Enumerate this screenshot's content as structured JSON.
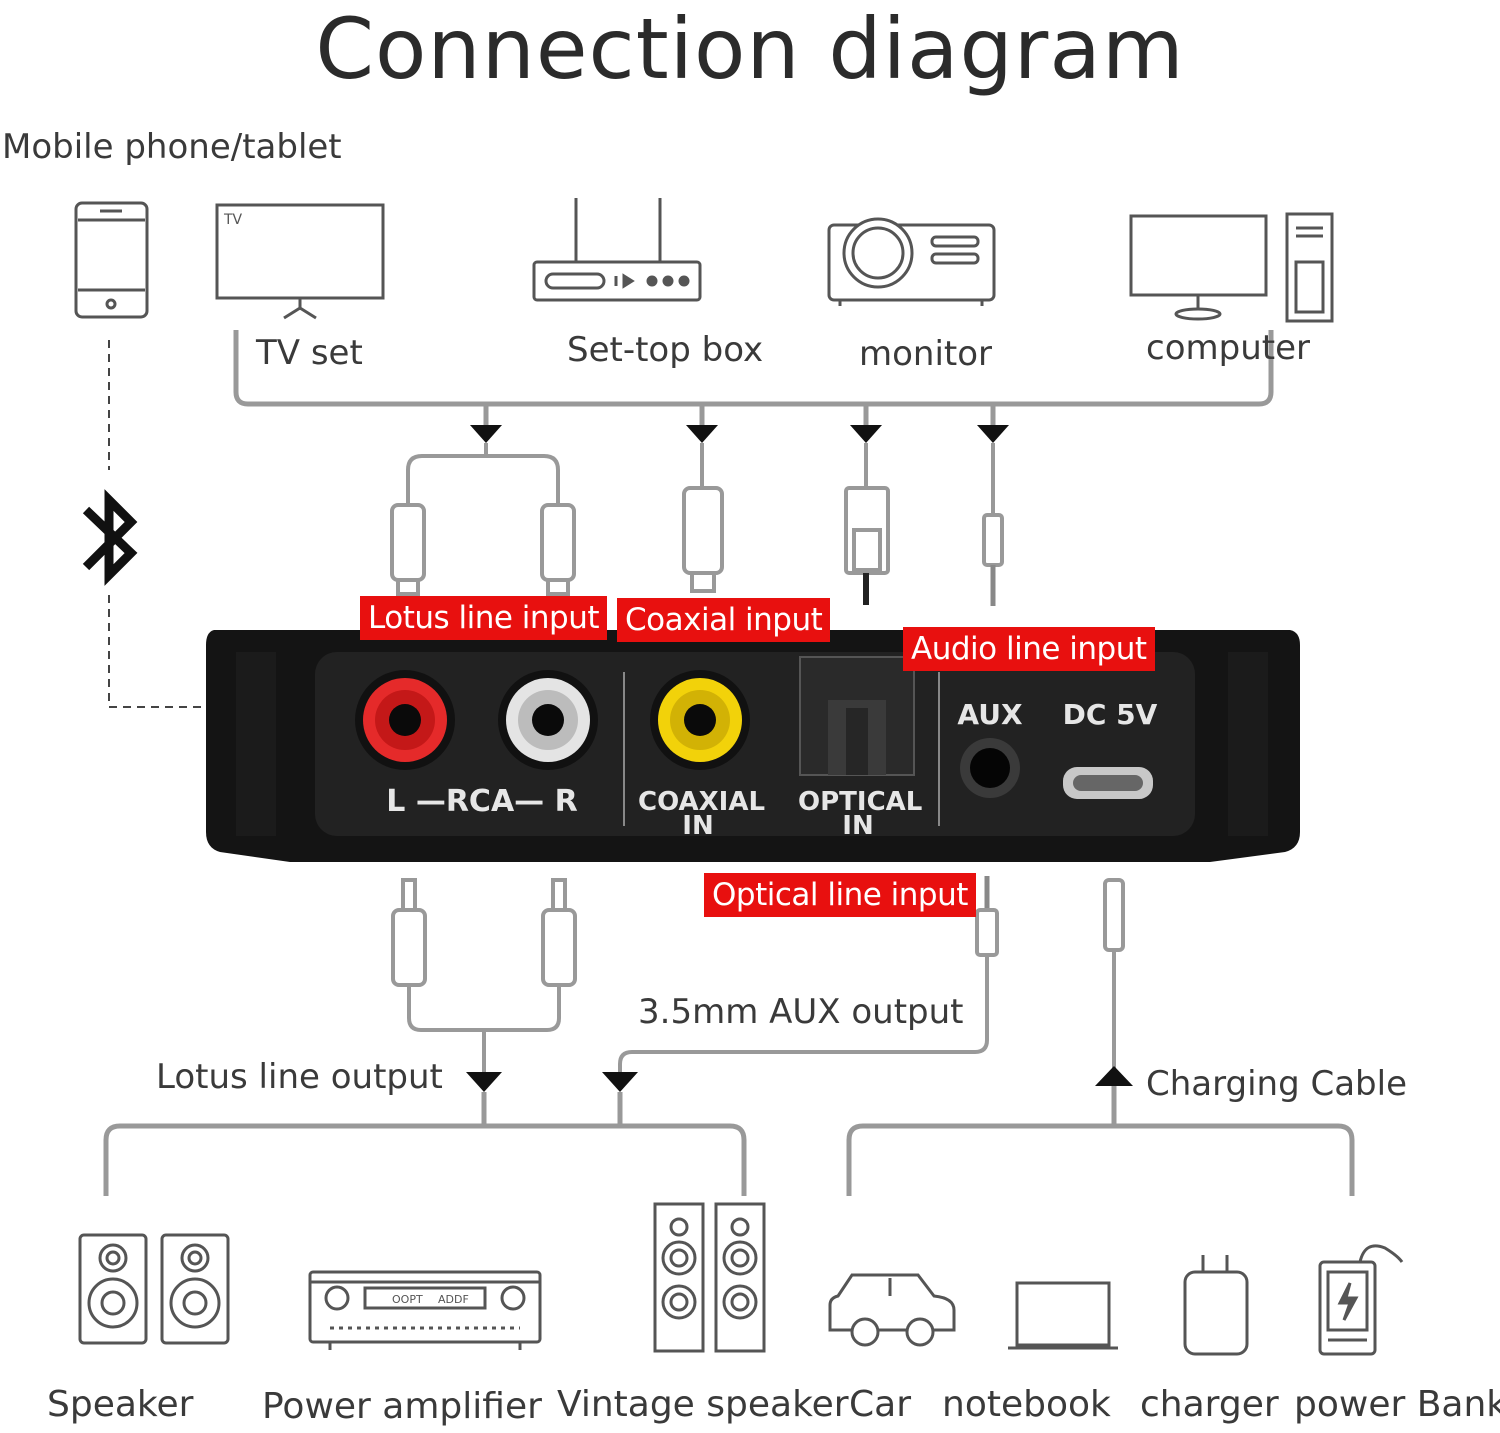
{
  "title": "Connection diagram",
  "sources_heading": "Mobile phone/tablet",
  "sources": [
    "TV set",
    "Set-top box",
    "monitor",
    "computer"
  ],
  "tv_screen_label": "TV",
  "input_tags": {
    "lotus": "Lotus line input",
    "coaxial": "Coaxial input",
    "audio": "Audio line input",
    "optical": "Optical line input"
  },
  "device_ports": {
    "rca": "L —RCA— R",
    "coaxial": "COAXIAL\nIN",
    "optical": "OPTICAL\nIN",
    "aux": "AUX",
    "dc": "DC 5V"
  },
  "output_labels": {
    "lotus": "Lotus line output",
    "aux": "3.5mm AUX output",
    "charging": "Charging Cable"
  },
  "amp_display": [
    "OOPT",
    "ADDF"
  ],
  "outputs": [
    "Speaker",
    "Power amplifier",
    "Vintage speaker",
    "Car",
    "notebook",
    "charger",
    "power Bank"
  ],
  "colors": {
    "red_tag": "#e8100f",
    "device_body": "#141414",
    "line": "#9a9a9a",
    "rca_red": "#e52a2a",
    "rca_yellow": "#f2d20a"
  },
  "icons": [
    "bluetooth-icon",
    "phone-icon",
    "tv-icon",
    "router-icon",
    "projector-icon",
    "computer-icon",
    "speaker-icon",
    "amplifier-icon",
    "vintage-speaker-icon",
    "car-icon",
    "notebook-icon",
    "charger-icon",
    "power-bank-icon"
  ]
}
